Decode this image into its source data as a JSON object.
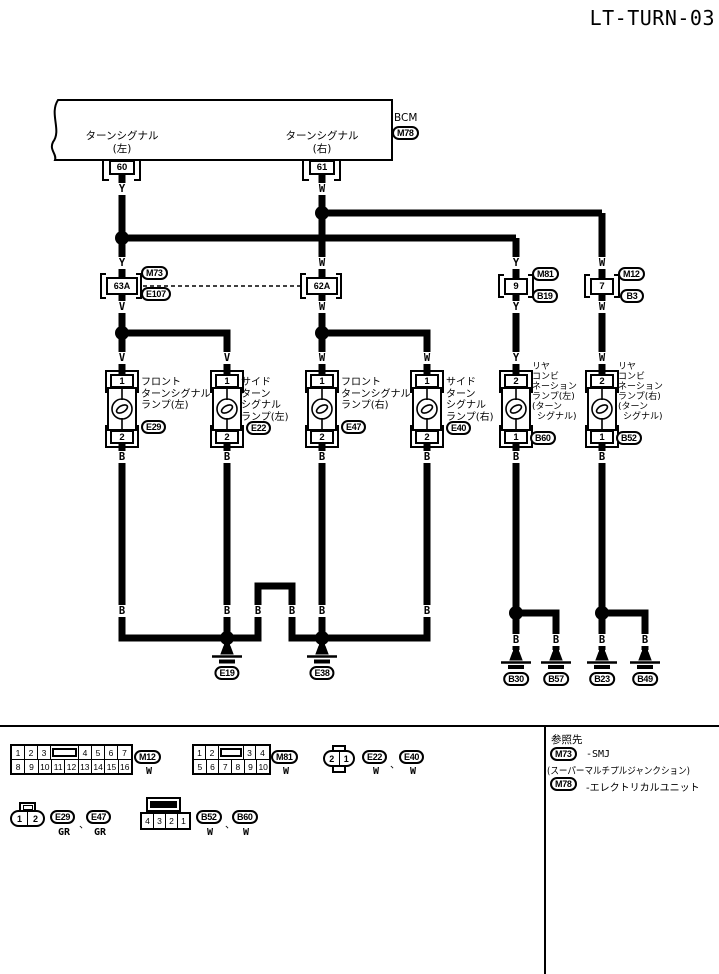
{
  "title": "LT-TURN-03",
  "wire_colors": {
    "y": "Y",
    "w": "W",
    "v": "V",
    "b": "B"
  },
  "bcm": {
    "name": "BCM",
    "connector": "M78",
    "left": {
      "label": "ターンシグナル",
      "sub": "(左)",
      "pin": "60"
    },
    "right": {
      "label": "ターンシグナル",
      "sub": "(右)",
      "pin": "61"
    }
  },
  "smj": {
    "left_pin": "63A",
    "right_pin": "62A",
    "above": "M73",
    "below": "E107"
  },
  "rear_junction_left": {
    "pin": "9",
    "above": "M81",
    "below": "B19"
  },
  "rear_junction_right": {
    "pin": "7",
    "above": "M12",
    "below": "B3"
  },
  "lamps": {
    "front_left": {
      "pin_top": "1",
      "pin_bottom": "2",
      "line1": "フロント",
      "line2": "ターンシグナル",
      "line3": "ランプ(左)",
      "code": "E29"
    },
    "side_left": {
      "pin_top": "1",
      "pin_bottom": "2",
      "line1": "サイド",
      "line2": "ターン",
      "line3": "シグナル",
      "line4": "ランプ(左)",
      "code": "E22"
    },
    "front_right": {
      "pin_top": "1",
      "pin_bottom": "2",
      "line1": "フロント",
      "line2": "ターンシグナル",
      "line3": "ランプ(右)",
      "code": "E47"
    },
    "side_right": {
      "pin_top": "1",
      "pin_bottom": "2",
      "line1": "サイド",
      "line2": "ターン",
      "line3": "シグナル",
      "line4": "ランプ(右)",
      "code": "E40"
    },
    "rear_left": {
      "pin_top": "2",
      "pin_bottom": "1",
      "line1": "リヤ",
      "line2": "コンビ",
      "line3": "ネーション",
      "line4": "ランプ(左)",
      "line5": "(ターン",
      "line6": "シグナル)",
      "code": "B60"
    },
    "rear_right": {
      "pin_top": "2",
      "pin_bottom": "1",
      "line1": "リヤ",
      "line2": "コンビ",
      "line3": "ネーション",
      "line4": "ランプ(右)",
      "line5": "(ターン",
      "line6": "シグナル)",
      "code": "B52"
    }
  },
  "grounds": {
    "e19": "E19",
    "e38": "E38",
    "b30": "B30",
    "b57": "B57",
    "b23": "B23",
    "b49": "B49"
  },
  "footer": {
    "m12": {
      "code": "M12",
      "color": "W",
      "row1": [
        "1",
        "2",
        "3",
        "4",
        "5",
        "6",
        "7"
      ],
      "row2": [
        "8",
        "9",
        "10",
        "11",
        "12",
        "13",
        "14",
        "15",
        "16"
      ]
    },
    "m81": {
      "code": "M81",
      "color": "W",
      "row1": [
        "1",
        "2",
        "3",
        "4"
      ],
      "row2": [
        "5",
        "6",
        "7",
        "8",
        "9",
        "10"
      ]
    },
    "e22e40": {
      "cell1": "2",
      "cell2": "1",
      "code1": "E22",
      "code2": "E40",
      "color1": "W",
      "color2": "W"
    },
    "e29e47": {
      "cell1": "1",
      "cell2": "2",
      "code1": "E29",
      "code2": "E47",
      "color1": "GR",
      "color2": "GR"
    },
    "b52b60": {
      "cells": [
        "4",
        "3",
        "2",
        "1"
      ],
      "code1": "B52",
      "code2": "B60",
      "color1": "W",
      "color2": "W"
    },
    "comma": "、",
    "reference": {
      "heading": "参照先",
      "ref1_code": "M73",
      "ref1_text": "-SMJ",
      "ref1_note": "(スーパーマルチプルジャンクション)",
      "ref2_code": "M78",
      "ref2_text": "-エレクトリカルユニット"
    }
  }
}
